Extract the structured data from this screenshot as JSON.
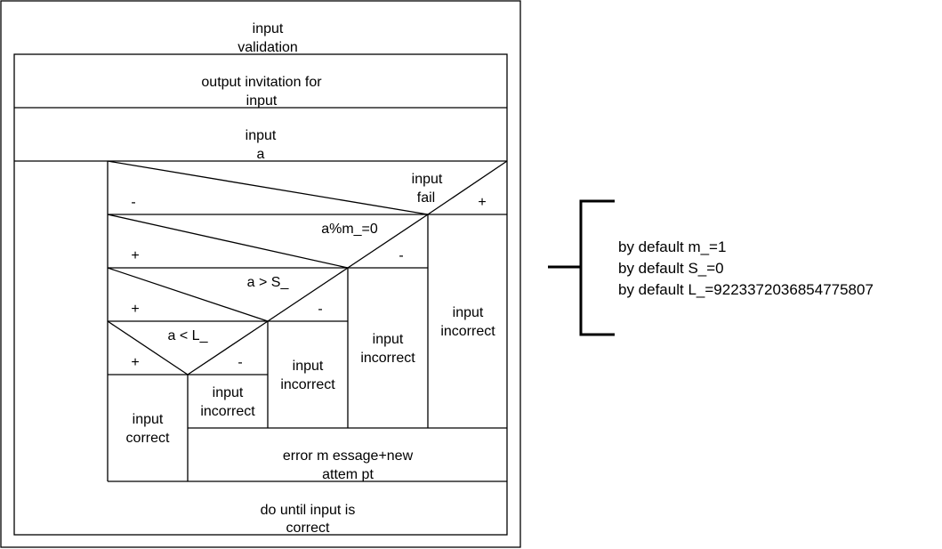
{
  "diagram": {
    "title": [
      "input",
      "validation"
    ],
    "output_step": [
      "output invitation for",
      "input"
    ],
    "input_step": [
      "input",
      "a"
    ],
    "conditions": {
      "fail": {
        "label": [
          "input",
          "fail"
        ],
        "left_sign": "-",
        "right_sign": "+"
      },
      "mod": {
        "label": "a%m_=0",
        "left_sign": "+",
        "right_sign": "-"
      },
      "gt": {
        "label": "a > S_",
        "left_sign": "+",
        "right_sign": "-"
      },
      "lt": {
        "label": "a < L_",
        "left_sign": "+",
        "right_sign": "-"
      }
    },
    "outcomes": {
      "correct": [
        "input",
        "correct"
      ],
      "incorrect_lt": [
        "input",
        "incorrect"
      ],
      "incorrect_gt": [
        "input",
        "incorrect"
      ],
      "incorrect_mod": [
        "input",
        "incorrect"
      ],
      "incorrect_fail": [
        "input",
        "incorrect"
      ]
    },
    "error_step": [
      "error m essage+new",
      "attem pt"
    ],
    "loop_condition": [
      "do until input is",
      "correct"
    ]
  },
  "annotation": {
    "lines": [
      "by default m_=1",
      "by default S_=0",
      "by default L_=9223372036854775807"
    ]
  }
}
